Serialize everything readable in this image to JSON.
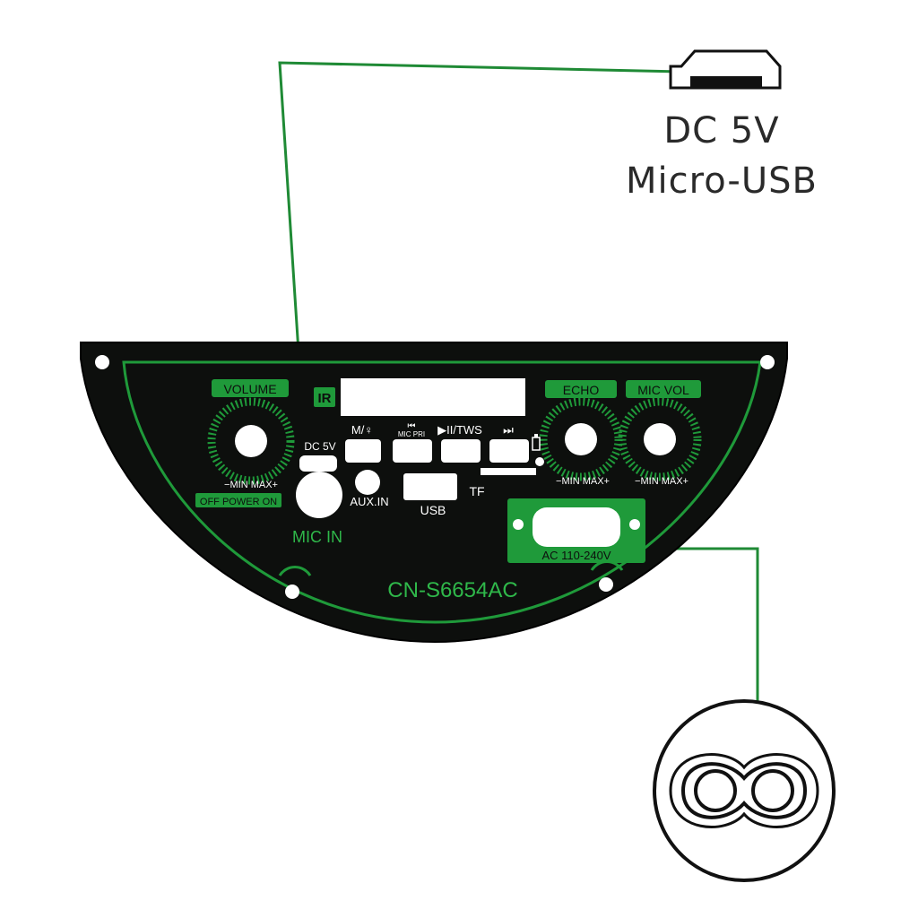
{
  "colors": {
    "panel": "#0d0f0d",
    "accent": "#1f9a3a",
    "accent_light": "#2fb84a",
    "hole": "#ffffff",
    "wire": "#1f8a35",
    "outline": "#111111"
  },
  "callouts": {
    "dc_title": "DC 5V",
    "dc_subtitle": "Micro-USB"
  },
  "panel": {
    "volume": "VOLUME",
    "ir": "IR",
    "echo": "ECHO",
    "mic_vol": "MIC VOL",
    "min_max": "−MIN  MAX+",
    "dc5v": "DC 5V",
    "m_button": "M/♀",
    "mic_pri": "MIC PRI",
    "play_tws": "▶II/TWS",
    "power_switch": "OFF POWER ON",
    "aux_in": "AUX.IN",
    "usb": "USB",
    "tf": "TF",
    "mic_in": "MIC IN",
    "ac_input": "AC 110-240V",
    "model": "CN-S6654AC"
  },
  "icons": {
    "micro_usb": "micro-usb-port-icon",
    "ac_socket": "figure-8-ac-socket-icon",
    "prev": "previous-track-icon",
    "next": "next-track-icon",
    "battery": "battery-icon"
  }
}
